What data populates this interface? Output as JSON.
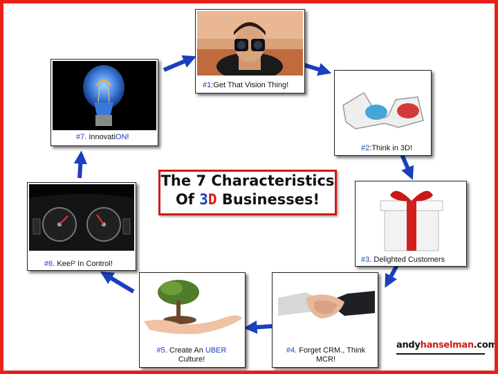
{
  "title": {
    "line1": "The 7 Characteristics",
    "line2_prefix": "Of ",
    "line2_3": "3",
    "line2_d": "D",
    "line2_suffix": " Businesses!"
  },
  "cards": [
    {
      "num": "#1",
      "sep": ":",
      "text": "Get That Vision Thing!",
      "image": "binoculars-person-photo"
    },
    {
      "num": "#2",
      "sep": ":",
      "text": "Think in 3D!",
      "image": "3d-glasses-photo"
    },
    {
      "num": "#3",
      "sep": ". ",
      "text": "Delighted Customers",
      "image": "gift-box-photo"
    },
    {
      "num": "#4",
      "sep": ". ",
      "text1": "Forget CRM., Think",
      "text2": "MCR!",
      "image": "handshake-photo"
    },
    {
      "num": "#5",
      "sep": ". ",
      "text1_a": "Create An ",
      "text1_b": "UBER",
      "text2": "Culture!",
      "image": "tree-in-hand-photo"
    },
    {
      "num": "#6",
      "sep": ". ",
      "text_a": "Kee",
      "text_b": "P",
      "text_c": " In Control!",
      "image": "car-dashboard-photo"
    },
    {
      "num": "#7",
      "sep": ". ",
      "text_a": "Innovati",
      "text_b": "ON",
      "text_c": "!",
      "image": "light-bulb-photo"
    }
  ],
  "logo": {
    "part1": "andy",
    "part2": "hanselman",
    "part3": ".com"
  },
  "colors": {
    "border": "#e8201c",
    "arrow": "#1a3fbf",
    "accent_red": "#d01a16"
  }
}
